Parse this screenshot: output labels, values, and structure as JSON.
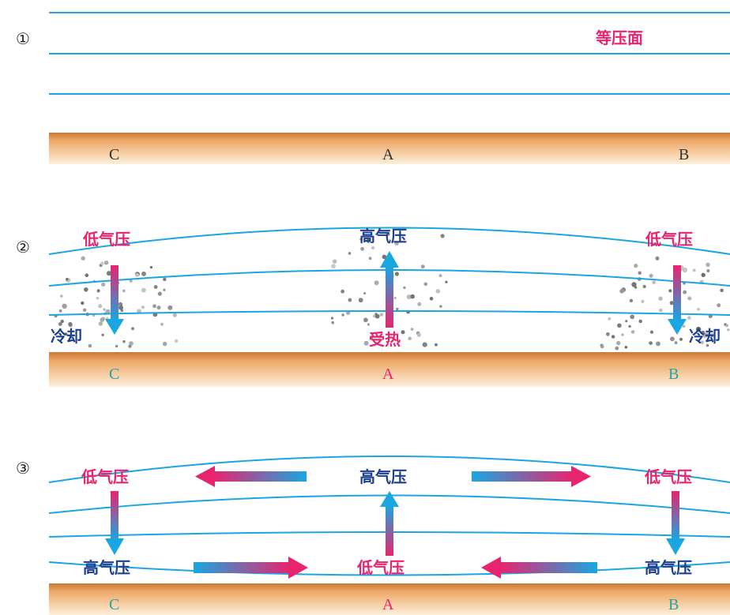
{
  "panels": [
    {
      "marker": "①",
      "isobar_label": "等压面",
      "ground_points": [
        "C",
        "A",
        "B"
      ]
    },
    {
      "marker": "②",
      "pressure": {
        "left": "低气压",
        "center": "高气压",
        "right": "低气压"
      },
      "process": {
        "left": "冷却",
        "center": "受热",
        "right": "冷却"
      },
      "ground_points": [
        "C",
        "A",
        "B"
      ]
    },
    {
      "marker": "③",
      "upper_pressure": {
        "left": "低气压",
        "center": "高气压",
        "right": "低气压"
      },
      "lower_pressure": {
        "left": "高气压",
        "center": "低气压",
        "right": "高气压"
      },
      "ground_points": [
        "C",
        "A",
        "B"
      ]
    }
  ],
  "colors": {
    "isobar": "#1aa6e0",
    "low_pressure_text": "#e8246e",
    "high_pressure_text": "#1d3f8f",
    "cool_text": "#1d3f8f",
    "heat_text": "#e8246e",
    "ground_top": "#c97a33",
    "ground_bottom": "#fbe8cf",
    "point_cool": "#21a3a6",
    "point_heat": "#e8246e"
  }
}
